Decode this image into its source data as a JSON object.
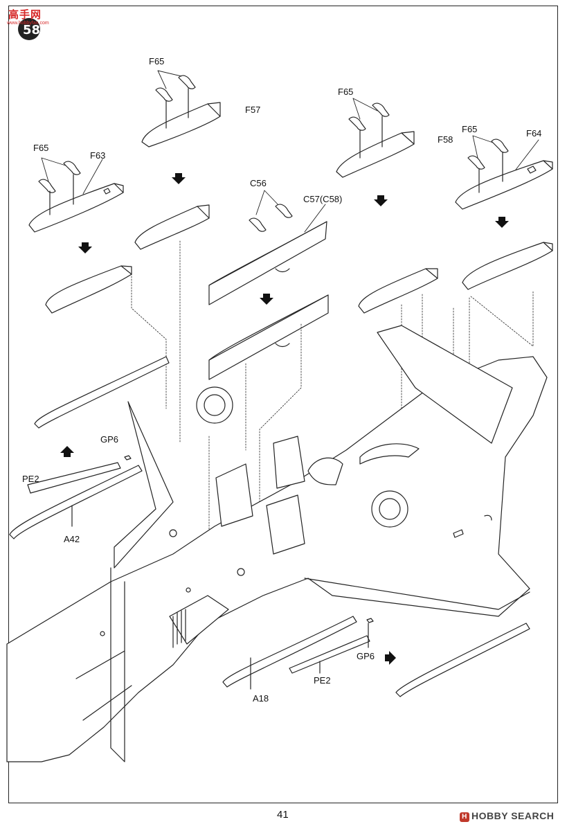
{
  "logo": {
    "text": "高手网",
    "sub": "www.hobbyfan.com"
  },
  "labels": {
    "f65_a": "F65",
    "f57": "F57",
    "f65_b": "F65",
    "f63": "F63",
    "f65_c": "F65",
    "f58": "F58",
    "f65_d": "F65",
    "f64": "F64",
    "c56": "C56",
    "c57": "C57(C58)",
    "gp6_a": "GP6",
    "pe2_a": "PE2",
    "a42": "A42",
    "gp6_b": "GP6",
    "pe2_b": "PE2",
    "a18": "A18"
  },
  "page_number": "41",
  "watermark": "HOBBY SEARCH",
  "colors": {
    "line": "#222222",
    "accent": "#d62828"
  }
}
